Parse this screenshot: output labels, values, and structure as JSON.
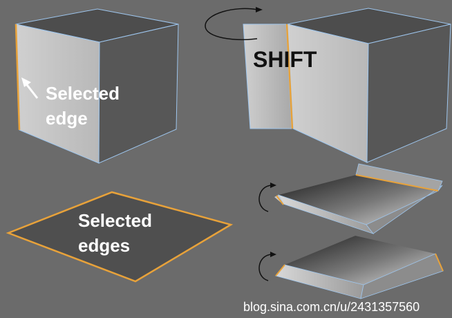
{
  "labels": {
    "selected_edge_line1": "Selected",
    "selected_edge_line2": "edge",
    "shift": "SHIFT",
    "selected_edges_line1": "Selected",
    "selected_edges_line2": "edges",
    "watermark": "blog.sina.com.cn/u/2431357560"
  },
  "colors": {
    "background": "#6b6b6b",
    "selected_edge": "#e8a23a",
    "wire_edge": "#9ec6ee",
    "face_top": "#4e4e4e",
    "face_light": "#c4c4c4",
    "face_dark": "#575757",
    "label_white": "#ffffff",
    "label_black": "#111111"
  },
  "icons": [
    "rotate-arrow-icon",
    "pointer-arrow-icon"
  ]
}
